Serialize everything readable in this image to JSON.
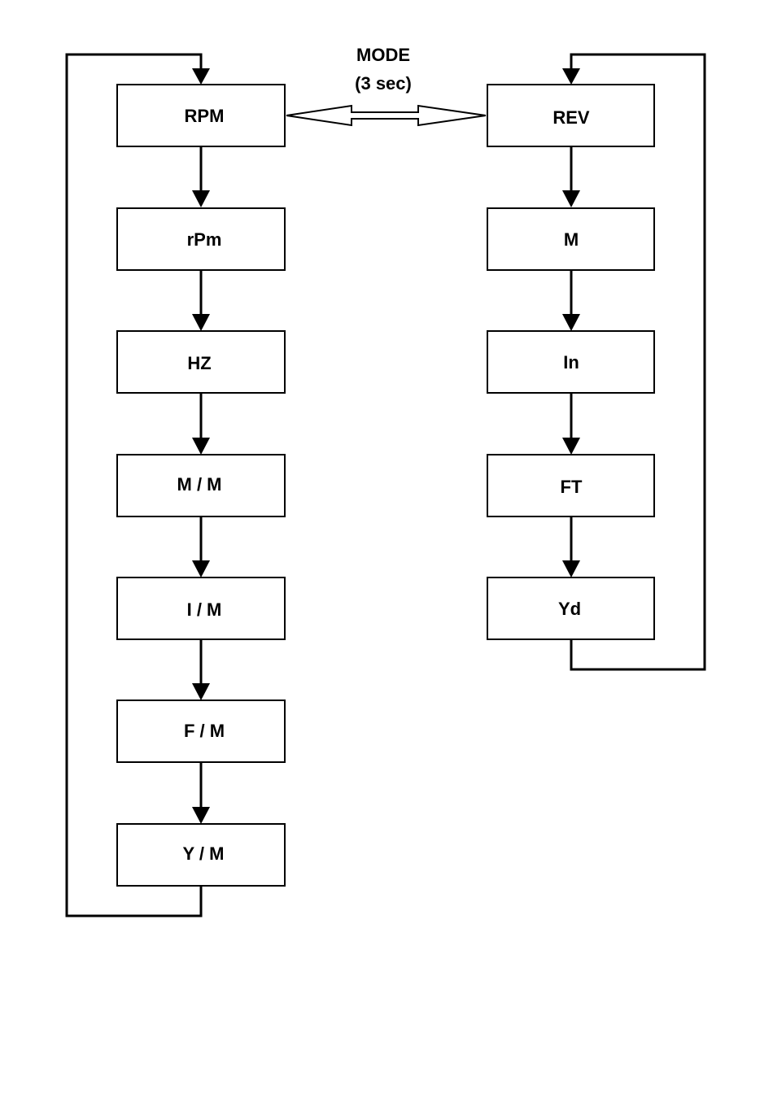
{
  "mode_label": {
    "line1": "MODE",
    "line2": "(3 sec)"
  },
  "left_column": [
    {
      "label": "RPM"
    },
    {
      "label": "rPm"
    },
    {
      "label": "HZ"
    },
    {
      "label": "M / M"
    },
    {
      "label": "I / M"
    },
    {
      "label": "F / M"
    },
    {
      "label": "Y / M"
    }
  ],
  "right_column": [
    {
      "label": "REV"
    },
    {
      "label": "M"
    },
    {
      "label": "In"
    },
    {
      "label": "FT"
    },
    {
      "label": "Yd"
    }
  ]
}
